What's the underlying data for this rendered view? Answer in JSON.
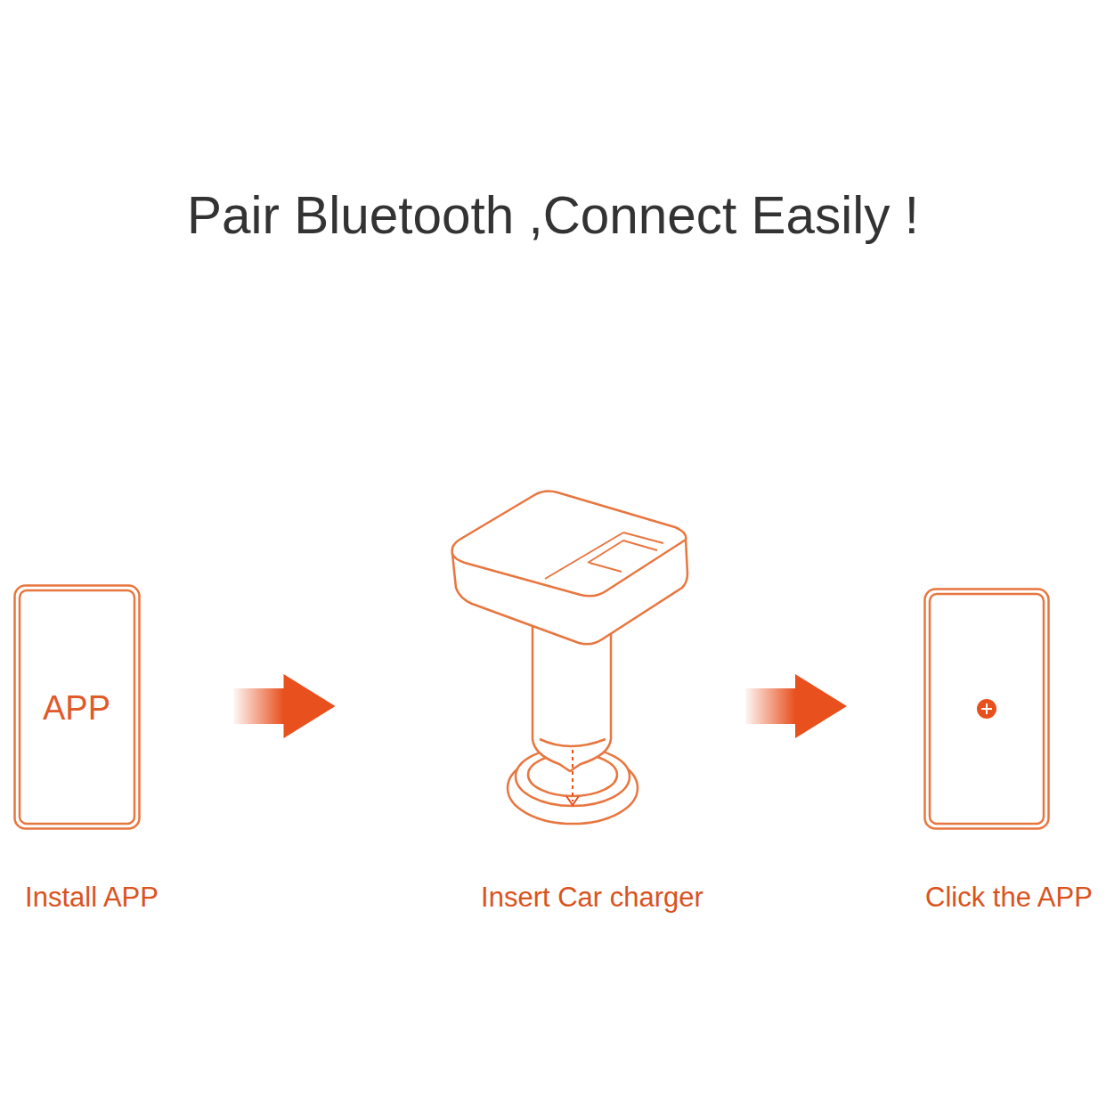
{
  "diagram": {
    "title": "Pair Bluetooth ,Connect Easily !",
    "nodes": [
      {
        "text": [
          "APP",
          "Install APP"
        ]
      },
      {
        "text": [
          "Insert Car charger"
        ]
      },
      {
        "text": [
          "Click the APP"
        ]
      }
    ],
    "edges": [
      {
        "from": 0,
        "to": 1,
        "arrow": "to"
      },
      {
        "from": 1,
        "to": 2,
        "arrow": "to"
      }
    ]
  }
}
